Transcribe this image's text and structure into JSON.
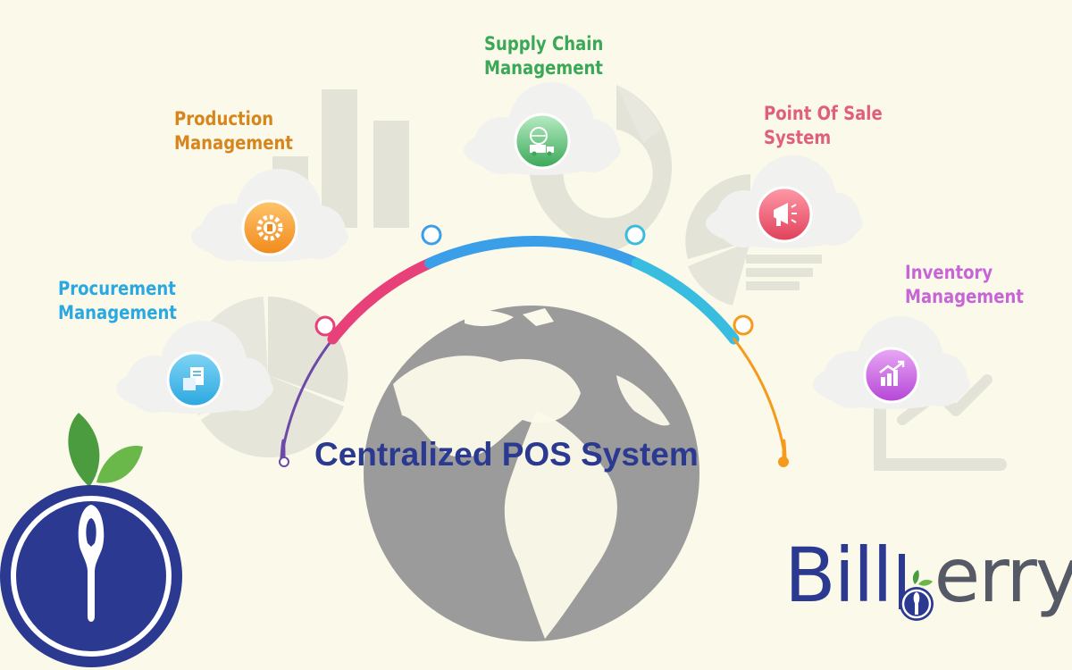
{
  "colors": {
    "background": "#fbfaea",
    "watermark": "#e4e3d8",
    "globe": "#9b9b9b",
    "cloud": "#f1f1ef",
    "navy": "#2b3990",
    "leaf": "#4a9c3f"
  },
  "title": "Centralized POS System",
  "brand": {
    "part1": "Bill",
    "part2": "erry"
  },
  "modules": [
    {
      "id": "procurement",
      "lines": [
        "Procurement",
        "Management"
      ],
      "color": "#2ba8e0",
      "icon": "document-box-icon"
    },
    {
      "id": "production",
      "lines": [
        "Production",
        "Management"
      ],
      "color": "#d7861e",
      "icon": "gear-icon"
    },
    {
      "id": "supply-chain",
      "lines": [
        "Supply Chain",
        "Management"
      ],
      "color": "#3aa857",
      "icon": "globe-truck-icon"
    },
    {
      "id": "point-of-sale",
      "lines": [
        "Point Of Sale",
        "System"
      ],
      "color": "#e0607a",
      "icon": "megaphone-icon"
    },
    {
      "id": "inventory",
      "lines": [
        "Inventory",
        "Management"
      ],
      "color": "#c765d6",
      "icon": "bar-chart-arrow-icon"
    }
  ],
  "arc_segments": [
    {
      "name": "procurement-segment",
      "color": "#6b4aa8"
    },
    {
      "name": "production-segment",
      "color": "#e8417a"
    },
    {
      "name": "supply-chain-segment",
      "color": "#3b9ee8"
    },
    {
      "name": "point-of-sale-segment",
      "color": "#38bde0"
    },
    {
      "name": "inventory-segment",
      "color": "#f59a1c"
    }
  ]
}
